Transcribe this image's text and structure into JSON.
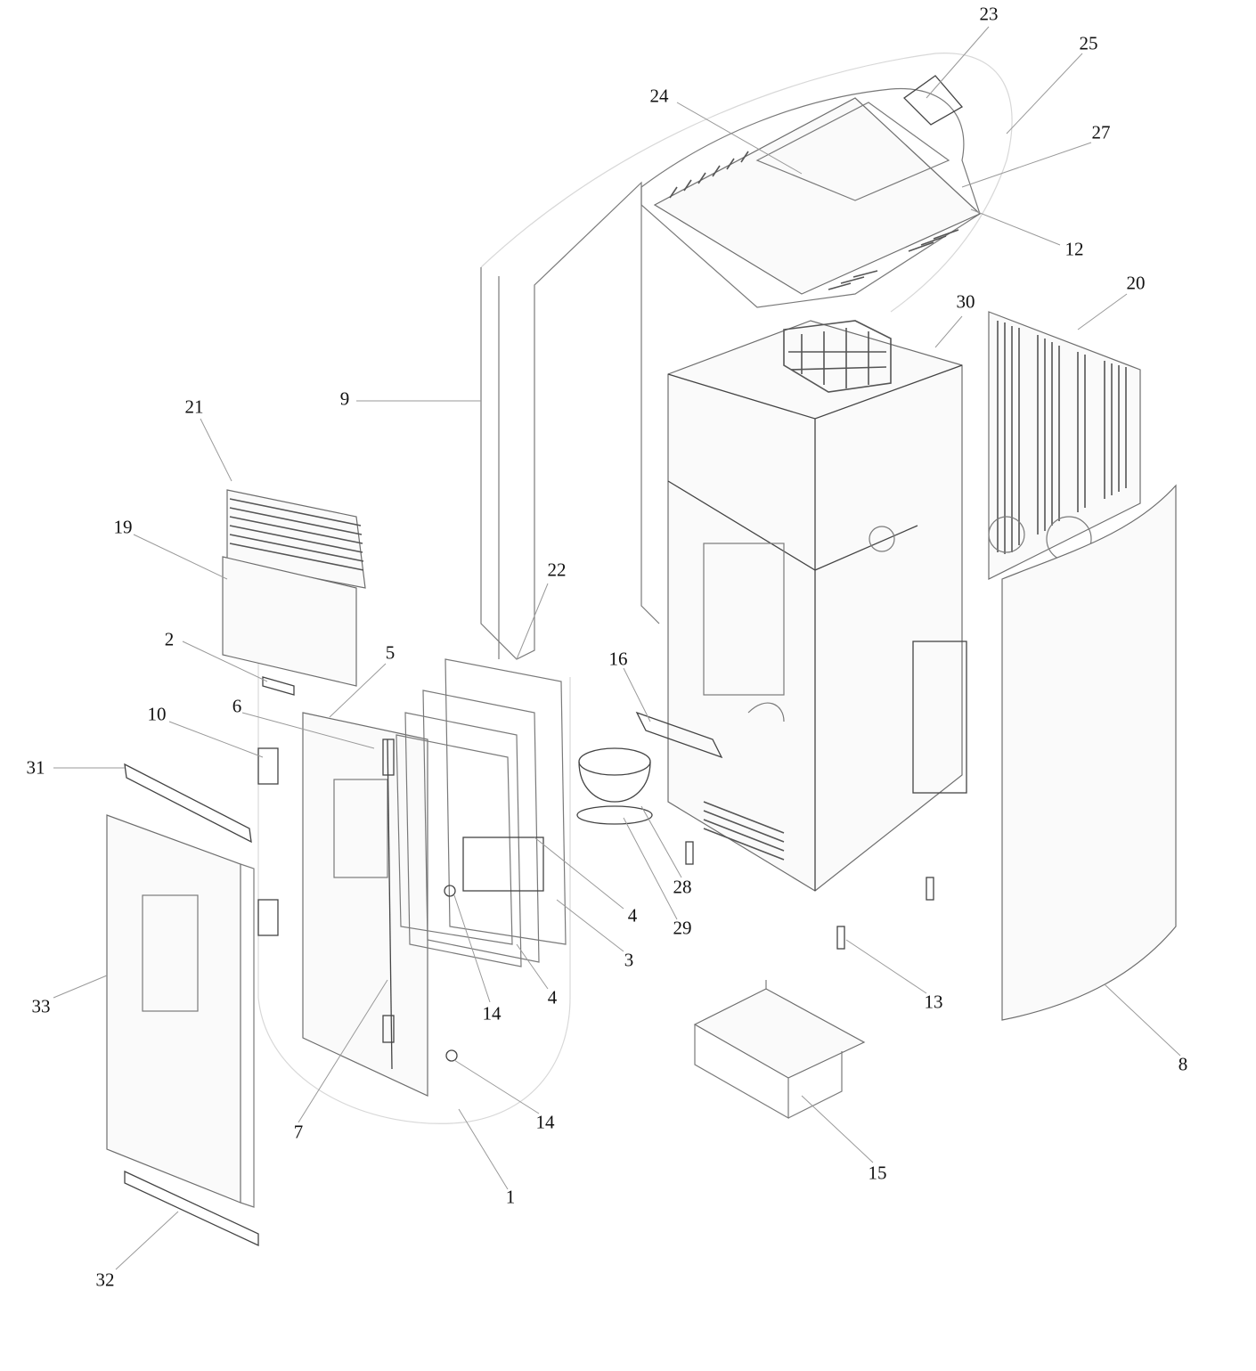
{
  "callouts": [
    {
      "id": "1",
      "label": "1"
    },
    {
      "id": "2",
      "label": "2"
    },
    {
      "id": "3",
      "label": "3"
    },
    {
      "id": "4a",
      "label": "4"
    },
    {
      "id": "4b",
      "label": "4"
    },
    {
      "id": "5",
      "label": "5"
    },
    {
      "id": "6",
      "label": "6"
    },
    {
      "id": "7",
      "label": "7"
    },
    {
      "id": "8",
      "label": "8"
    },
    {
      "id": "9",
      "label": "9"
    },
    {
      "id": "10",
      "label": "10"
    },
    {
      "id": "12",
      "label": "12"
    },
    {
      "id": "13",
      "label": "13"
    },
    {
      "id": "14a",
      "label": "14"
    },
    {
      "id": "14b",
      "label": "14"
    },
    {
      "id": "15",
      "label": "15"
    },
    {
      "id": "16",
      "label": "16"
    },
    {
      "id": "19",
      "label": "19"
    },
    {
      "id": "20",
      "label": "20"
    },
    {
      "id": "21",
      "label": "21"
    },
    {
      "id": "22",
      "label": "22"
    },
    {
      "id": "23",
      "label": "23"
    },
    {
      "id": "24",
      "label": "24"
    },
    {
      "id": "25",
      "label": "25"
    },
    {
      "id": "27",
      "label": "27"
    },
    {
      "id": "28",
      "label": "28"
    },
    {
      "id": "29",
      "label": "29"
    },
    {
      "id": "30",
      "label": "30"
    },
    {
      "id": "31",
      "label": "31"
    },
    {
      "id": "32",
      "label": "32"
    },
    {
      "id": "33",
      "label": "33"
    }
  ]
}
